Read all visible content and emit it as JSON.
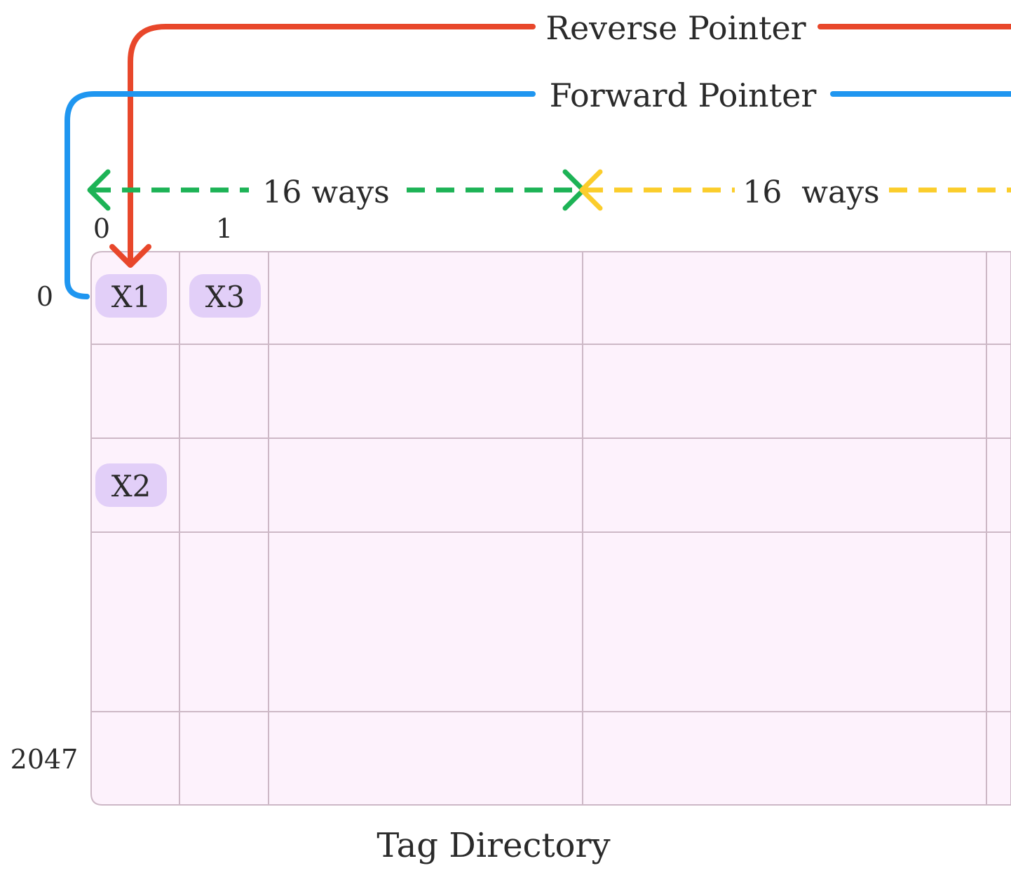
{
  "legend": {
    "reverse_pointer": "Reverse Pointer",
    "forward_pointer": "Forward Pointer"
  },
  "ways": {
    "group1": "16 ways",
    "group2": "16  ways"
  },
  "columns": {
    "col0": "0",
    "col1": "1"
  },
  "rows": {
    "first": "0",
    "last": "2047"
  },
  "tags": {
    "x1": "X1",
    "x2": "X2",
    "x3": "X3"
  },
  "title": "Tag Directory",
  "colors": {
    "reverse_pointer": "#e8472b",
    "forward_pointer": "#1f96f0",
    "group1_arrow": "#1db356",
    "group2_arrow": "#fbcd2b",
    "directory_fill": "#fdf2fc",
    "directory_grid": "#cdb8c6",
    "tag_chip": "#e2cff8"
  }
}
